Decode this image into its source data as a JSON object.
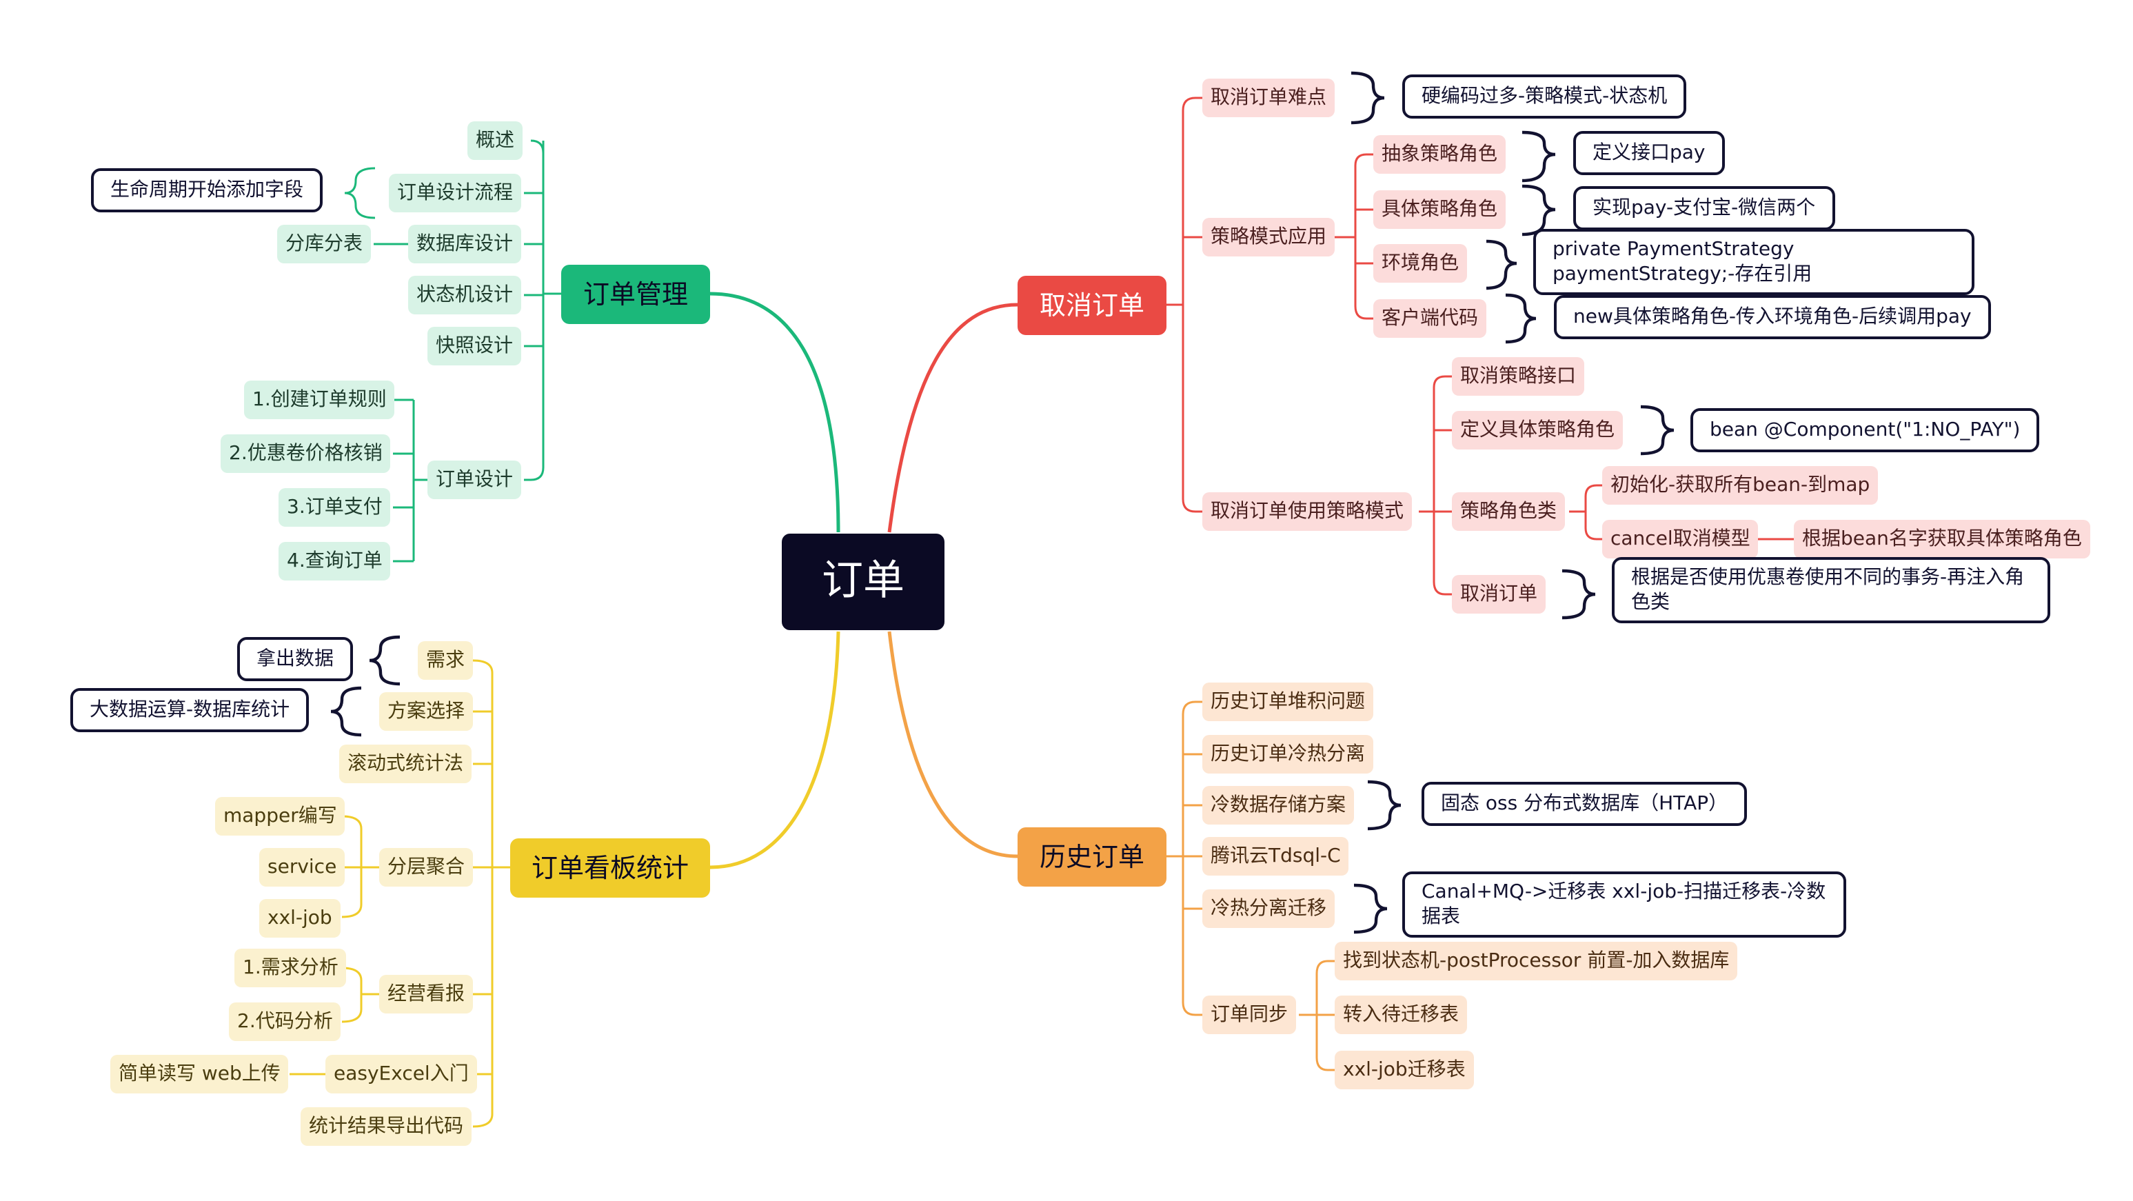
{
  "root": {
    "label": "订单"
  },
  "colors": {
    "green": "#1bb87a",
    "red": "#ea4a44",
    "orange": "#f3a247",
    "yellow": "#f0cc2a",
    "root_bg": "#0b0a24"
  },
  "order_management": {
    "label": "订单管理",
    "items": {
      "overview": "概述",
      "design_flow": "订单设计流程",
      "lifecycle": "生命周期开始添加字段",
      "db_design": "数据库设计",
      "sharding": "分库分表",
      "state_machine": "状态机设计",
      "snapshot": "快照设计",
      "order_design": "订单设计",
      "rule1": "1.创建订单规则",
      "rule2": "2.优惠卷价格核销",
      "rule3": "3.订单支付",
      "rule4": "4.查询订单"
    }
  },
  "cancel_order": {
    "label": "取消订单",
    "items": {
      "difficulty": "取消订单难点",
      "hardcode": "硬编码过多-策略模式-状态机",
      "strategy_app": "策略模式应用",
      "abstract_role": "抽象策略角色",
      "define_pay": "定义接口pay",
      "concrete_role": "具体策略角色",
      "impl_pay": "实现pay-支付宝-微信两个",
      "env_role": "环境角色",
      "private_field": "private PaymentStrategy paymentStrategy;-存在引用",
      "client_code": "客户端代码",
      "new_concrete": "new具体策略角色-传入环境角色-后续调用pay",
      "use_strategy": "取消订单使用策略模式",
      "cancel_iface": "取消策略接口",
      "define_concrete": "定义具体策略角色",
      "bean_component": "bean @Component(\"1:NO_PAY\")",
      "strategy_class": "策略角色类",
      "init_beans": "初始化-获取所有bean-到map",
      "cancel_model": "cancel取消模型",
      "by_bean_name": "根据bean名字获取具体策略角色",
      "cancel": "取消订单",
      "coupon_tx": "根据是否使用优惠卷使用不同的事务-再注入角色类"
    }
  },
  "dashboard": {
    "label": "订单看板统计",
    "items": {
      "requirement": "需求",
      "fetch_data": "拿出数据",
      "solution": "方案选择",
      "bigdata": "大数据运算-数据库统计",
      "rolling": "滚动式统计法",
      "layered": "分层聚合",
      "mapper": "mapper编写",
      "service": "service",
      "xxljob": "xxl-job",
      "biz_board": "经营看报",
      "analysis1": "1.需求分析",
      "analysis2": "2.代码分析",
      "easyexcel": "easyExcel入门",
      "simple_rw": "简单读写 web上传",
      "export": "统计结果导出代码"
    }
  },
  "history": {
    "label": "历史订单",
    "items": {
      "backlog": "历史订单堆积问题",
      "hot_cold": "历史订单冷热分离",
      "cold_storage": "冷数据存储方案",
      "htap": "固态 oss 分布式数据库（HTAP）",
      "tdsql": "腾讯云Tdsql-C",
      "migration": "冷热分离迁移",
      "canal": "Canal+MQ->迁移表  xxl-job-扫描迁移表-冷数据表",
      "sync": "订单同步",
      "find_sm": "找到状态机-postProcessor 前置-加入数据库",
      "to_migrate": "转入待迁移表",
      "xxl_migrate": "xxl-job迁移表"
    }
  }
}
